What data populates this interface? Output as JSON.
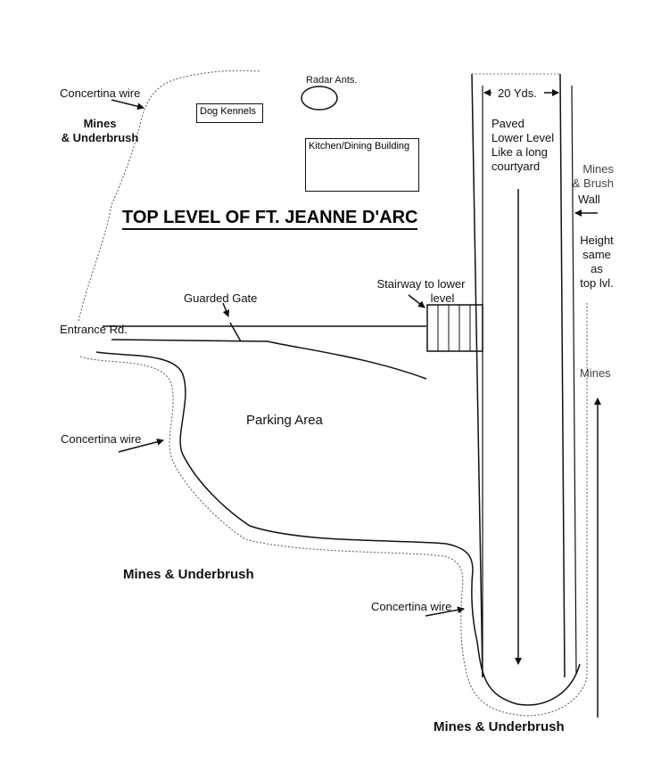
{
  "title": "TOP LEVEL OF FT. JEANNE D'ARC",
  "structures": {
    "dog_kennels": "Dog Kennels",
    "radar": "Radar Ants.",
    "kitchen": "Kitchen/Dining Building"
  },
  "labels": {
    "concertina_wire_top": "Concertina wire",
    "mines_underbrush_top_1": "Mines",
    "mines_underbrush_top_2": "& Underbrush",
    "guarded_gate": "Guarded Gate",
    "entrance_rd": "Entrance Rd.",
    "stairway_1": "Stairway to lower",
    "stairway_2": "level",
    "parking_area": "Parking Area",
    "concertina_wire_mid": "Concertina wire",
    "mines_underbrush_mid": "Mines & Underbrush",
    "concertina_wire_bottom": "Concertina wire",
    "mines_underbrush_bottom": "Mines & Underbrush"
  },
  "lower_level": {
    "width_label": "20 Yds.",
    "desc_lines": [
      "Paved",
      "Lower Level",
      "Like a long",
      "courtyard"
    ]
  },
  "right_side": {
    "mines_brush_1": "Mines",
    "mines_brush_2": "& Brush",
    "wall": "Wall",
    "height_lines": [
      "Height",
      "same",
      "as",
      "top lvl."
    ],
    "mines": "Mines"
  }
}
